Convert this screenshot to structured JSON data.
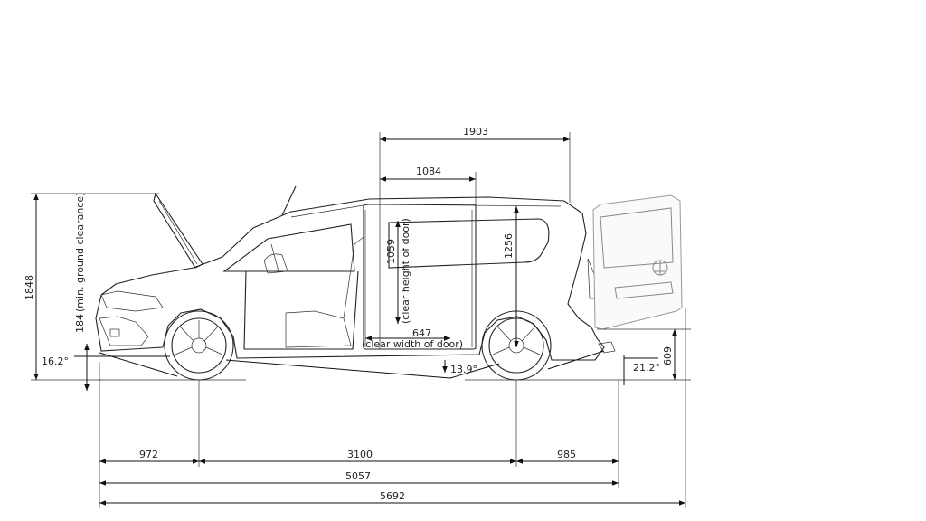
{
  "dimensions": {
    "roof_length": "1903",
    "door_width_top": "1084",
    "door_clear_height": "1059",
    "door_clear_height_label": "(clear height of door)",
    "interior_height": "1256",
    "door_clear_width": "647",
    "door_clear_width_label": "(clear width of door)",
    "overall_height": "1848",
    "ground_clearance": "184",
    "ground_clearance_label": "(min. ground clearance)",
    "approach_angle": "16.2°",
    "ramp_angle": "13.9°",
    "departure_angle": "21.2°",
    "rear_load_sill": "609",
    "front_overhang": "972",
    "wheelbase": "3100",
    "rear_overhang": "985",
    "overall_length": "5057",
    "length_with_open_tailgate": "5692"
  }
}
